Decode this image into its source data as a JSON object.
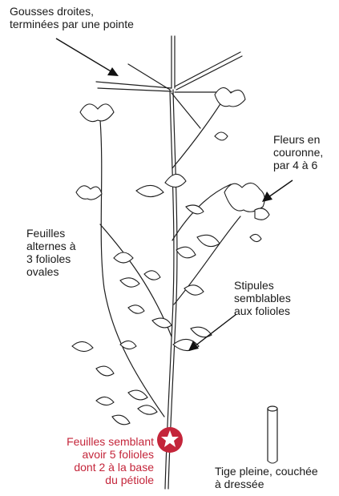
{
  "labels": {
    "pods": "Gousses droites,\nterminées par une pointe",
    "flowers": "Fleurs en\ncouronne,\npar 4 à 6",
    "leaves": "Feuilles\nalternes à\n3 folioles\novales",
    "stipules": "Stipules\nsemblables\naux folioles",
    "five_leaflets": "Feuilles semblant\navoir 5 folioles\ndont 2 à la base\ndu pétiole",
    "stem": "Tige pleine, couchée\nà dressée"
  },
  "colors": {
    "ink": "#1f1f1f",
    "highlight": "#c4253a",
    "background": "#ffffff"
  },
  "icons": {
    "marker": "star-badge-icon"
  }
}
